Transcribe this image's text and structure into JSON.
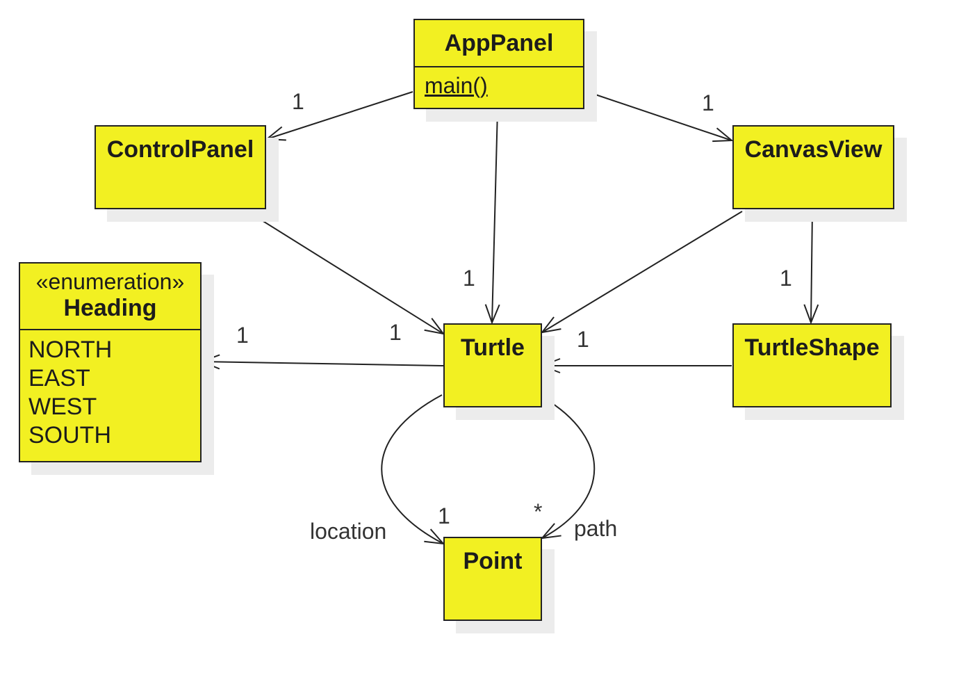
{
  "diagram_type": "UML class diagram",
  "classes": {
    "apppanel": {
      "name": "AppPanel",
      "methods": [
        "main()"
      ]
    },
    "controlpanel": {
      "name": "ControlPanel"
    },
    "canvasview": {
      "name": "CanvasView"
    },
    "heading": {
      "stereotype": "«enumeration»",
      "name": "Heading",
      "literals": [
        "NORTH",
        "EAST",
        "WEST",
        "SOUTH"
      ]
    },
    "turtle": {
      "name": "Turtle"
    },
    "turtleshape": {
      "name": "TurtleShape"
    },
    "point": {
      "name": "Point"
    }
  },
  "associations": [
    {
      "from": "AppPanel",
      "to": "ControlPanel",
      "multiplicity": "1"
    },
    {
      "from": "AppPanel",
      "to": "CanvasView",
      "multiplicity": "1"
    },
    {
      "from": "AppPanel",
      "to": "Turtle",
      "multiplicity": "1"
    },
    {
      "from": "ControlPanel",
      "to": "Turtle",
      "multiplicity": "1"
    },
    {
      "from": "CanvasView",
      "to": "Turtle",
      "multiplicity": "1"
    },
    {
      "from": "CanvasView",
      "to": "TurtleShape",
      "multiplicity": "1"
    },
    {
      "from": "Turtle",
      "to": "Heading",
      "multiplicity": "1"
    },
    {
      "from": "TurtleShape",
      "to": "Turtle",
      "multiplicity": ""
    },
    {
      "from": "Turtle",
      "to": "Point",
      "multiplicity": "1",
      "role": "location"
    },
    {
      "from": "Turtle",
      "to": "Point",
      "multiplicity": "*",
      "role": "path"
    }
  ]
}
